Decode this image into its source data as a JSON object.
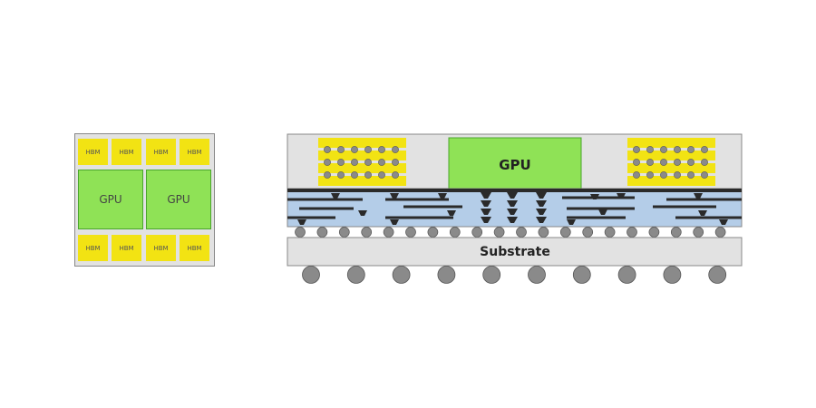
{
  "top_view": {
    "hbm_top": [
      "HBM",
      "HBM",
      "HBM",
      "HBM"
    ],
    "hbm_bottom": [
      "HBM",
      "HBM",
      "HBM",
      "HBM"
    ],
    "gpus": [
      "GPU",
      "GPU"
    ]
  },
  "cross_section": {
    "gpu_label": "GPU",
    "substrate_label": "Substrate"
  },
  "colors": {
    "hbm": "#f2e313",
    "gpu": "#8fe256",
    "interposer": "#b4cde8",
    "package": "#e2e2e2",
    "bump": "#8a8a8a",
    "trace": "#2a2a2a"
  }
}
